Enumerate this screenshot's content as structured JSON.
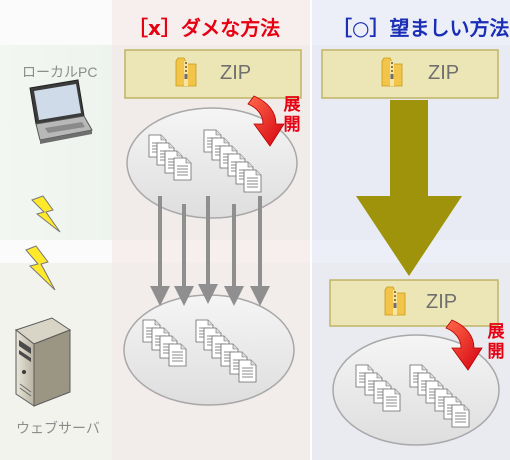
{
  "headers": {
    "bad": "［x］ダメな方法",
    "good": "［○］望ましい方法"
  },
  "left_labels": {
    "local_pc": "ローカルPC",
    "web_server": "ウェブサーバ"
  },
  "zip_label": "ZIP",
  "extract_label_top": "展",
  "extract_label_bottom": "開",
  "colors": {
    "bad_header": "#e60012",
    "good_header": "#1a2fb5",
    "bad_column_bg": "#f7eeee",
    "good_column_bg": "#eceef8",
    "arrow_big": "#9e930a",
    "arrow_gray": "#8f8f8f",
    "curved_arrow": "#e60012"
  },
  "icons": [
    "laptop-icon",
    "lightning-icon",
    "server-icon",
    "zip-folder-icon",
    "document-icon",
    "curved-arrow-icon"
  ]
}
